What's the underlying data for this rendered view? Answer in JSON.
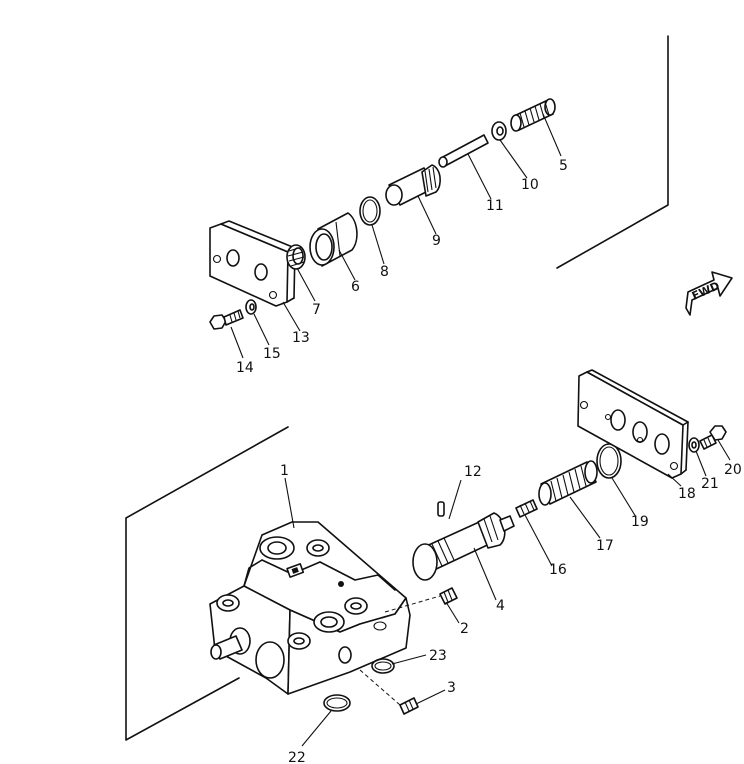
{
  "diagram": {
    "callouts": {
      "p1": "1",
      "p2": "2",
      "p3": "3",
      "p4": "4",
      "p5": "5",
      "p6": "6",
      "p7": "7",
      "p8": "8",
      "p9": "9",
      "p10": "10",
      "p11": "11",
      "p12": "12",
      "p13": "13",
      "p14": "14",
      "p15": "15",
      "p16": "16",
      "p17": "17",
      "p18": "18",
      "p19": "19",
      "p20": "20",
      "p21": "21",
      "p22": "22",
      "p23": "23"
    },
    "direction_marker": "FWD"
  }
}
